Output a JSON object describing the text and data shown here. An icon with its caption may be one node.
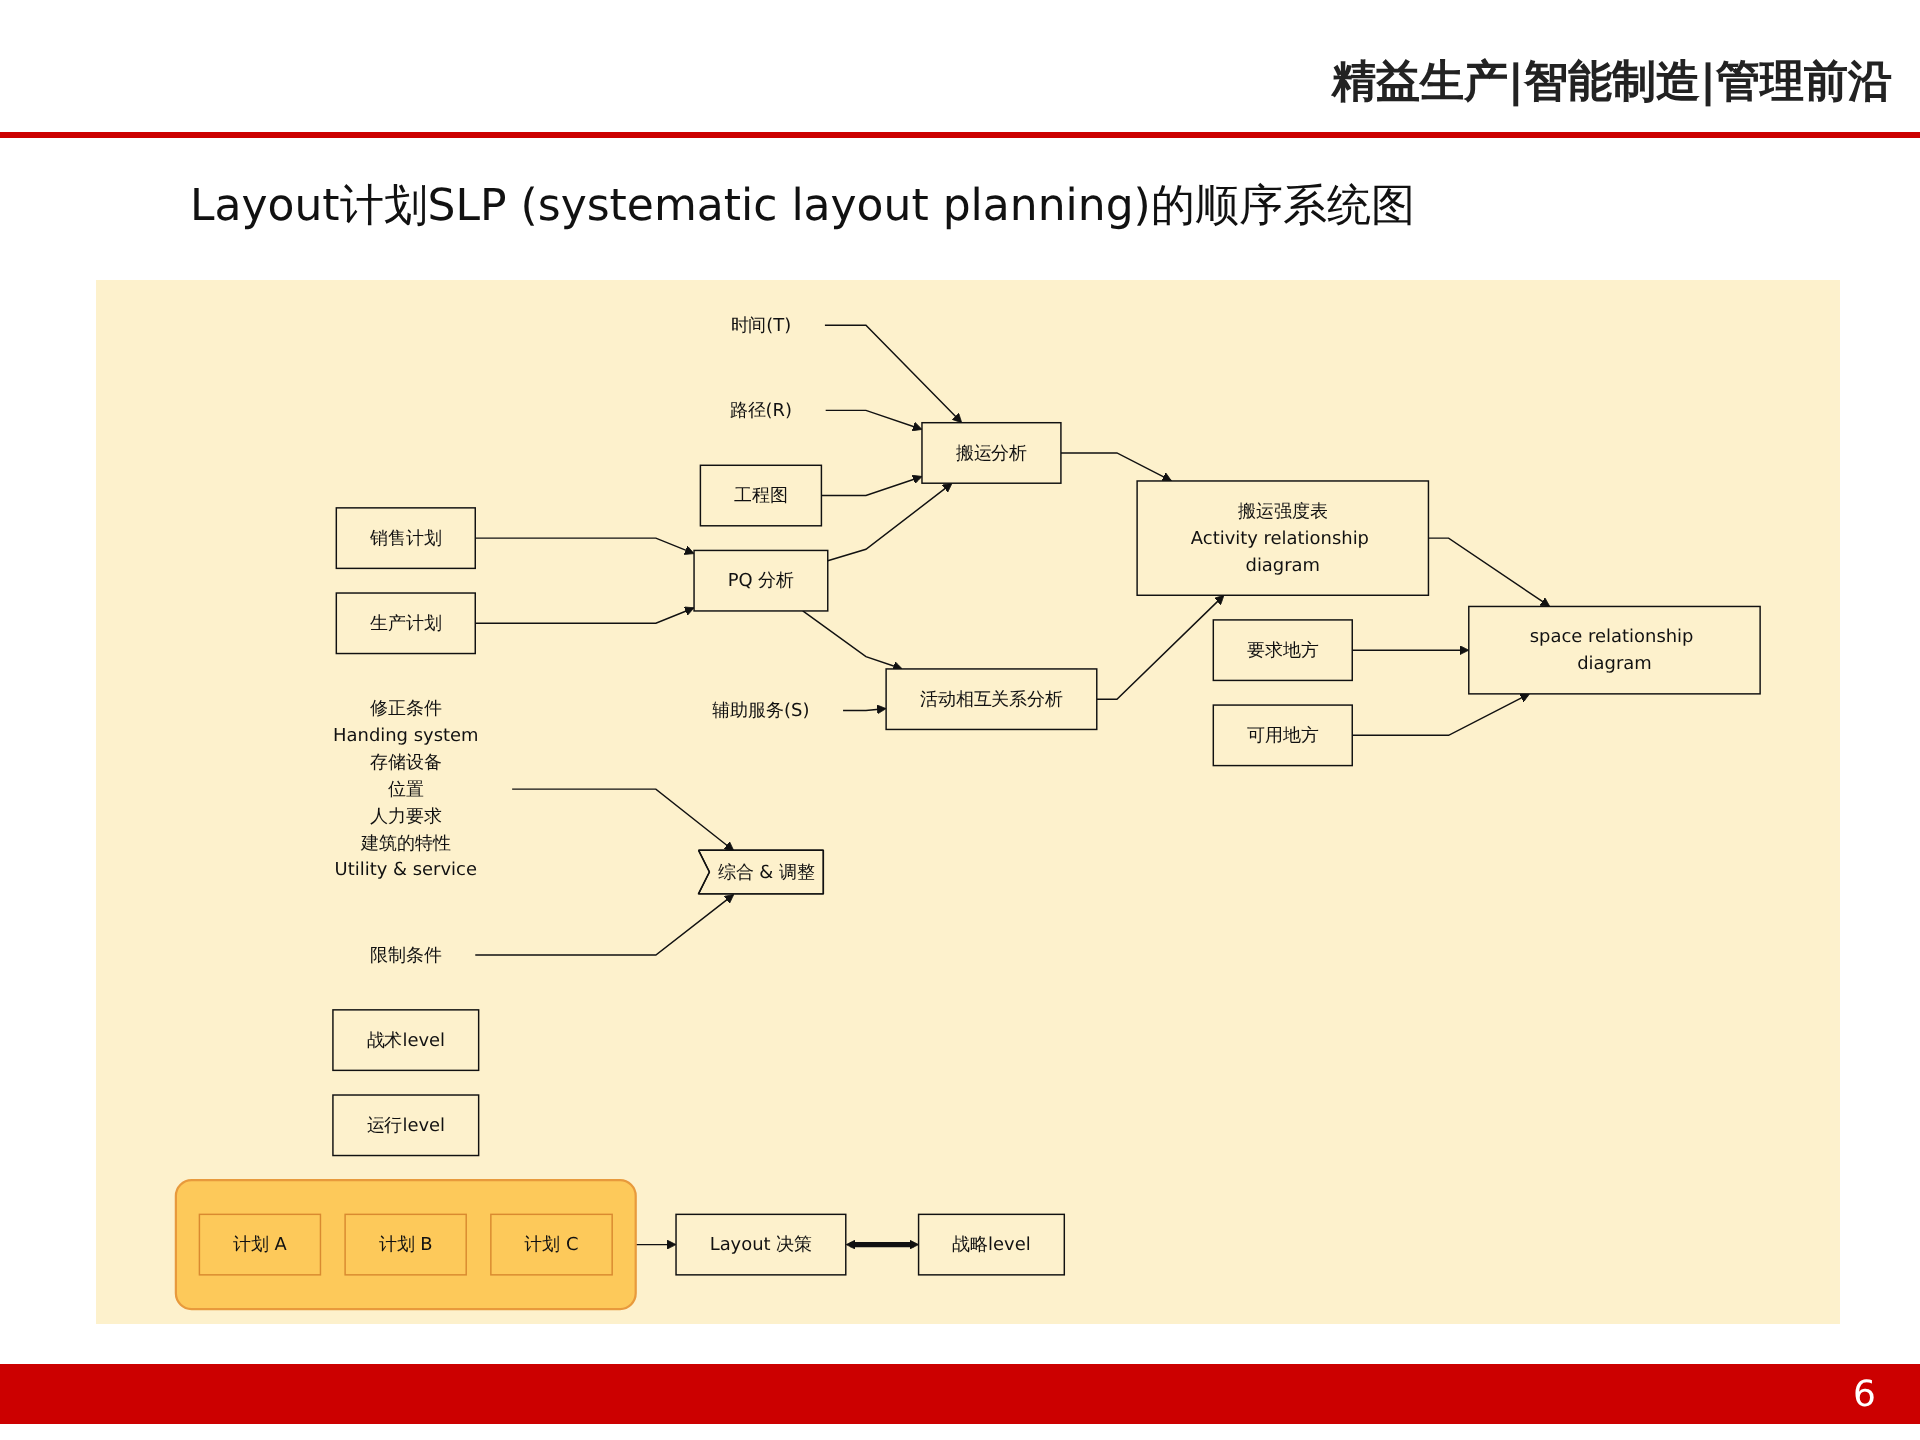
{
  "diagram": {
    "title": "Layout计划SLP (systematic layout planning)的顺序系统图",
    "nodes": [
      {
        "text": [
          "时间(T)"
        ]
      },
      {
        "text": [
          "路径(R)"
        ]
      },
      {
        "text": [
          "工程图"
        ]
      },
      {
        "text": [
          "销售计划"
        ]
      },
      {
        "text": [
          "搬运分析"
        ]
      },
      {
        "text": [
          "PQ 分析"
        ]
      },
      {
        "text": [
          "生产计划"
        ]
      },
      {
        "text": [
          "活动相互关系分析"
        ]
      },
      {
        "text": [
          "辅助服务(S)"
        ]
      },
      {
        "text": [
          "搬运强度表",
          "Activity relationship diagram"
        ]
      },
      {
        "text": [
          "要求地方"
        ]
      },
      {
        "text": [
          "space relationship diagram"
        ]
      },
      {
        "text": [
          "可用地方"
        ]
      },
      {
        "text": [
          "修正条件"
        ],
        "beside": [
          "Handing system",
          "存储设备",
          "位置",
          "人力要求",
          "建筑的特性",
          "Utility & service"
        ]
      },
      {
        "text": [
          "综合 & 调整"
        ]
      },
      {
        "text": [],
        "shape": "box"
      },
      {
        "text": [
          "计划 A"
        ],
        "in": 15
      },
      {
        "text": [
          "计划 B"
        ],
        "in": 15
      },
      {
        "text": [
          "计划 C"
        ],
        "in": 15
      },
      {
        "text": [
          "Layout 决策"
        ]
      },
      {
        "text": [
          "战略level"
        ]
      },
      {
        "text": [
          "战术level"
        ]
      },
      {
        "text": [
          "运行level"
        ]
      },
      {
        "text": [
          "限制条件"
        ]
      }
    ],
    "edges": [
      {
        "from": 0,
        "to": 4,
        "arrow": "to"
      },
      {
        "from": 1,
        "to": 4,
        "arrow": "to"
      },
      {
        "from": 2,
        "to": 4,
        "arrow": "to"
      },
      {
        "from": 3,
        "to": 5,
        "arrow": "to"
      },
      {
        "from": 6,
        "to": 5,
        "arrow": "to"
      },
      {
        "from": 5,
        "to": 4,
        "arrow": "to"
      },
      {
        "from": 5,
        "to": 7,
        "arrow": "to"
      },
      {
        "from": 8,
        "to": 7,
        "arrow": "to"
      },
      {
        "from": 4,
        "to": 9,
        "arrow": "to"
      },
      {
        "from": 7,
        "to": 9,
        "arrow": "to"
      },
      {
        "from": 9,
        "to": 11,
        "arrow": "to"
      },
      {
        "from": 10,
        "to": 11,
        "arrow": "to"
      },
      {
        "from": 12,
        "to": 11,
        "arrow": "to"
      },
      {
        "from": 13,
        "to": 14,
        "arrow": "to"
      },
      {
        "from": 23,
        "to": 14,
        "arrow": "to"
      },
      {
        "from": 15,
        "to": 19,
        "arrow": "to"
      },
      {
        "from": 19,
        "to": 20,
        "arrow": "both",
        "style": "thick"
      }
    ],
    "labels": [
      "精益生产|智能制造|管理前沿",
      "6"
    ]
  }
}
